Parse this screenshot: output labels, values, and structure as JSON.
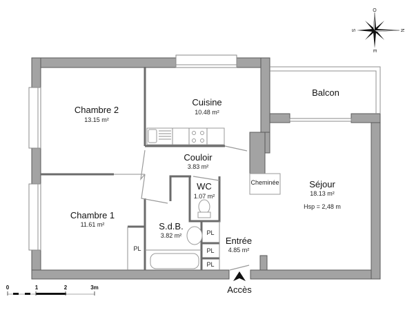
{
  "plan": {
    "rooms": [
      {
        "name": "Chambre 2",
        "area": "13.15 m²"
      },
      {
        "name": "Cuisine",
        "area": "10.48 m²"
      },
      {
        "name": "Balcon"
      },
      {
        "name": "Couloir",
        "area": "3.83 m²"
      },
      {
        "name": "WC",
        "area": "1.07 m²"
      },
      {
        "name": "Chambre 1",
        "area": "11.61 m²"
      },
      {
        "name": "S.d.B.",
        "area": "3.82 m²"
      },
      {
        "name": "Entrée",
        "area": "4.85 m²"
      },
      {
        "name": "Séjour",
        "area": "18.13 m²",
        "ceiling_height": "Hsp =  2,48 m"
      }
    ],
    "fixtures": {
      "fireplace": "Cheminée",
      "closet_label": "PL"
    },
    "entrance_label": "Accès",
    "compass": {
      "top": "O",
      "left": "S",
      "right": "N",
      "bottom": "E"
    },
    "scale": {
      "ticks": [
        "0",
        "1",
        "2",
        "3m"
      ]
    },
    "colors": {
      "wall_fill": "#a3a3a3",
      "wall_stroke": "#5a5a5a",
      "background": "#ffffff"
    }
  }
}
